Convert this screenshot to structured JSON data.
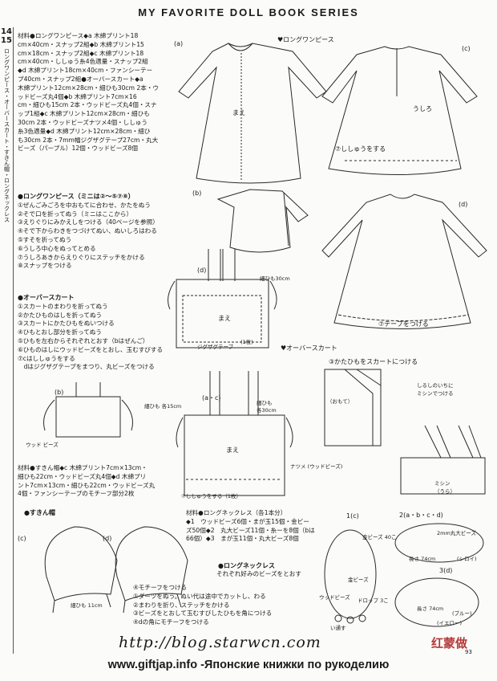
{
  "header": {
    "title": "MY FAVORITE DOLL BOOK SERIES"
  },
  "sidebar": {
    "pages": "14 15",
    "vertical": "ロングワンピース・オーバースカート・すきん帽・ロングネックレス"
  },
  "materials_dress": [
    "材料●ロングワンピース◆a 木綿プリント18",
    "cm×40cm・スナップ2組◆b 木綿プリント15",
    "cm×18cm・スナップ2組◆c 木綿プリント18",
    "cm×40cm・ししゅう糸4色適量・スナップ2組",
    "◆d 木綿プリント18cm×40cm・ファンシーテー",
    "プ40cm・スナップ2組●オーバースカート◆a",
    "木綿プリント12cm×28cm・細ひも30cm 2本・ウ",
    "ッドビーズ丸4個◆b 木綿プリント7cm×16",
    "cm・細ひも15cm 2本・ウッドビーズ丸4個・スナ",
    "ップ1組◆c 木綿プリント12cm×28cm・細ひも",
    "30cm 2本・ウッドビーズナツメ4個・ししゅう",
    "糸3色適量◆d 木綿プリント12cm×28cm・細ひ",
    "も30cm 2本・7mm幅ジグザグテープ27cm・丸大",
    "ビーズ（パープル）12個・ウッドビーズ8個"
  ],
  "dress_steps": {
    "title": "●ロングワンピース（ミニは②〜⑤⑦⑧）",
    "items": [
      "①ぜんごみごろを中おもてに合わせ、かたをぬう",
      "②そで口を折ってぬう（ミニはここから）",
      "③えりぐりにみかえしをつける（40ページを参照）",
      "④そで下からわきをつづけてぬい、ぬいしろはわる",
      "⑤すそを折ってぬう",
      "⑥うしろ中心をぬってとめる",
      "⑦うしろあきからえりぐりにステッチをかける",
      "⑧スナップをつける"
    ]
  },
  "skirt_steps": {
    "title": "●オーバースカート",
    "items": [
      "①スカートのまわりを折ってぬう",
      "②かたひものはしを折ってぬう",
      "③スカートにかたひもをぬいつける",
      "④ひもとおし部分を折ってぬう",
      "⑤ひもを左右からそれぞれとおす（bはぜんご）",
      "⑥ひものはしにウッドビーズをとおし、玉むすびする",
      "⑦cはししゅうをする",
      "　dはジグザグテープをまつり、丸ビーズをつける"
    ]
  },
  "materials_hat": [
    "材料●すきん帽◆c 木綿プリント7cm×13cm・",
    "細ひも22cm・ウッドビーズ丸4個◆d 木綿プリ",
    "ント7cm×13cm・細ひも22cm・ウッドビーズ丸",
    "4個・ファンシーテープのモチーフ部分2枚"
  ],
  "hat_title": "●すきん帽",
  "hat_steps": [
    "④モチーフをつける",
    "①ダーツをぬう。ぬい代は途中でカットし、わる",
    "②まわりを折り、ステッチをかける",
    "③ビーズをとおして玉むすびしたひもを角につける",
    "④dの角にモチーフをつける"
  ],
  "necklace_materials": [
    "材料●ロングネックレス（各1本分）",
    "◆1　ウッドビーズ6個・まが玉15個・金ビー",
    "ズ50個◆2　丸大ビーズ11個・糸ーを8個（bは",
    "66個）◆3　まが玉11個・丸大ビーズ8個"
  ],
  "necklace_title": "●ロングネックレス",
  "necklace_note": "それぞれ好みのビーズをとおす",
  "diagram_labels": {
    "a": "(a)",
    "b": "(b)",
    "c": "(c)",
    "d": "(d)",
    "ac": "(a・c)",
    "dress_title": "♥ロングワンピース",
    "skirt_title": "♥オーバースカート",
    "mae": "まえ",
    "ushiro": "うしろ",
    "shishu": "⑦ししゅうをする",
    "tape": "⑦テープをつける",
    "kata_step": "③かたひもをスカートにつける",
    "shirushi": "しるしのいちに",
    "mishin": "ミシンでつける",
    "mishin2": "ミシン",
    "ura": "（うら）",
    "omote": "（おもて）",
    "hosohimo30": "細ひも30cm",
    "hosohimo": "細ひも",
    "kaku30": "各30cm",
    "hosohimo15": "細ひも 各15cm",
    "wood": "ウッド ビーズ",
    "natsume": "ナツメ (ウッドビーズ)",
    "zigzag": "ジグザグテープ",
    "ichimai": "(1枚)",
    "shishu_ac": "⑦ししゅうをする（1枚）",
    "hosohimo11": "細ひも 11cm",
    "kin": "金ビーズ 40こ",
    "maru2": "2mm丸大ビーズ",
    "naga": "長さ 74cm",
    "wood_label": "ウッドビーズ",
    "dorop": "ドロップ 3こ",
    "n1": "1(c)",
    "n2": "2(a・b・c・d)",
    "n3": "3(d)",
    "n_shiroi": "(シロイ)",
    "n_purple": "(ブルー)",
    "n_yellow": "(イエロー)",
    "ito": "い通す",
    "n_kinbeads": "金ビーズ"
  },
  "footer": {
    "blog": "http://blog.starwcn.com",
    "brand": "红蒙做",
    "gift": "www.giftjap.info -Японские книжки по рукоделию",
    "page": "93"
  }
}
